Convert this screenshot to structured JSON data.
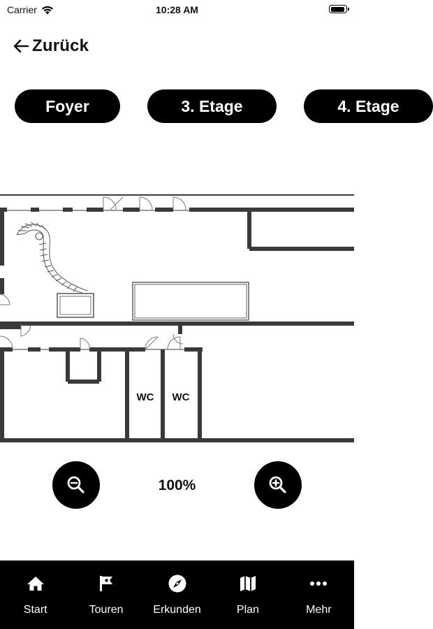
{
  "status": {
    "carrier": "Carrier",
    "time": "10:28 AM",
    "battery_level": 0.95
  },
  "nav": {
    "back_label": "Zurück"
  },
  "floors": [
    "Foyer",
    "3. Etage",
    "4. Etage"
  ],
  "map": {
    "rooms": {
      "wc_left": "WC",
      "wc_right": "WC"
    }
  },
  "zoom": {
    "level": "100%"
  },
  "tabbar": {
    "items": [
      {
        "label": "Start",
        "icon": "home-icon"
      },
      {
        "label": "Touren",
        "icon": "flag-icon"
      },
      {
        "label": "Erkunden",
        "icon": "compass-icon"
      },
      {
        "label": "Plan",
        "icon": "map-icon"
      },
      {
        "label": "Mehr",
        "icon": "more-icon"
      }
    ]
  }
}
